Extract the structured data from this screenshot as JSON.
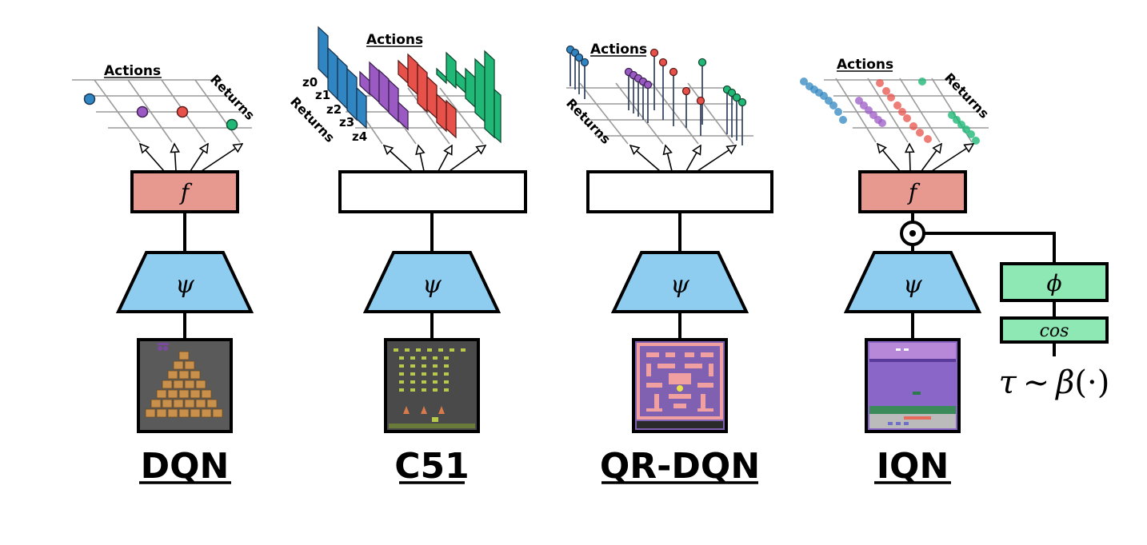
{
  "colors": {
    "f_box": "#e8998f",
    "psi": "#8ecdf0",
    "phi": "#8de8b4",
    "blue": "#2f86c2",
    "purple": "#9b59c4",
    "red": "#e8504a",
    "green": "#1fb877",
    "grid": "#9a9a9a",
    "stem": "#3a4a66"
  },
  "axis": {
    "actions": "Actions",
    "returns": "Returns"
  },
  "c51_atoms": [
    "z0",
    "z1",
    "z2",
    "z3",
    "z4"
  ],
  "panels": [
    {
      "name": "DQN",
      "head": "f",
      "encoder": "ψ",
      "game": "qbert-screen-icon"
    },
    {
      "name": "C51",
      "head": "",
      "encoder": "ψ",
      "game": "space-invaders-screen-icon"
    },
    {
      "name": "QR-DQN",
      "head": "",
      "encoder": "ψ",
      "game": "ms-pacman-screen-icon"
    },
    {
      "name": "IQN",
      "head": "f",
      "encoder": "ψ",
      "game": "enduro-screen-icon"
    }
  ],
  "iqn": {
    "embed": "ϕ",
    "cos": "cos",
    "tau_parts": [
      "τ",
      "∼",
      "β",
      "(·)"
    ]
  }
}
